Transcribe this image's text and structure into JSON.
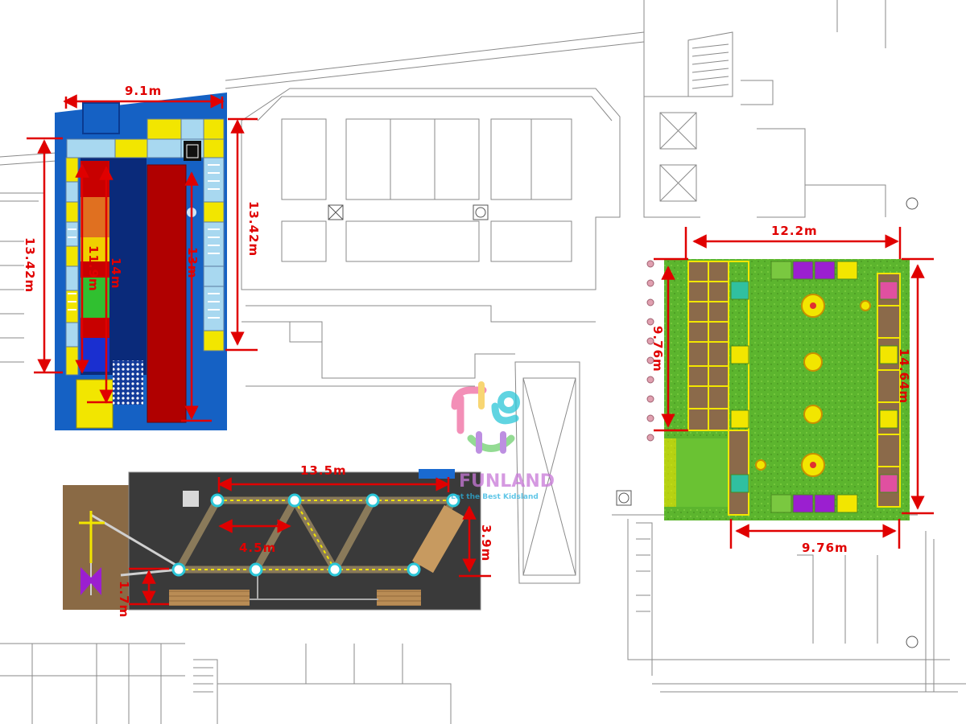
{
  "colors": {
    "dimension": "#e00000",
    "wall_line": "#8a8a8a",
    "zone_a_base": "#1561c4",
    "zone_a_dark": "#0a2a7a",
    "slide_red": "#c80000",
    "yellow": "#f2e600",
    "light_blue": "#a8d8f0",
    "ninja_floor": "#3a3a3a",
    "sand": "#8a6a45",
    "grass": "#5cb52e",
    "grass_light": "#7ccd40",
    "purple": "#9b1fd0",
    "wood": "#8b6a4a",
    "logo_pink": "#f06aa0",
    "logo_cyan": "#2bc6d8",
    "logo_purple": "#a86ad8",
    "logo_green": "#6fd070",
    "logo_yellow": "#f6c945"
  },
  "dimensions": {
    "zone_a_width": "9.1m",
    "zone_a_height_left": "13.42m",
    "zone_a_height_right": "13.42m",
    "zone_a_inner_1": "11.9m",
    "zone_a_inner_2": "14m",
    "zone_a_inner_3": "13m",
    "zone_b_width": "13.5m",
    "zone_b_segment": "4.5m",
    "zone_b_height": "3.9m",
    "zone_b_offset": "1.7m",
    "zone_c_top": "12.2m",
    "zone_c_bottom": "9.76m",
    "zone_c_left": "9.76m",
    "zone_c_right": "14.64m"
  },
  "logo": {
    "name": "FUNLAND",
    "tagline": "Let the Best Kidsland"
  },
  "icons": {
    "logo": "funland-logo-icon",
    "column": "column-marker-icon",
    "stair": "stair-icon",
    "elevator": "elevator-icon"
  }
}
